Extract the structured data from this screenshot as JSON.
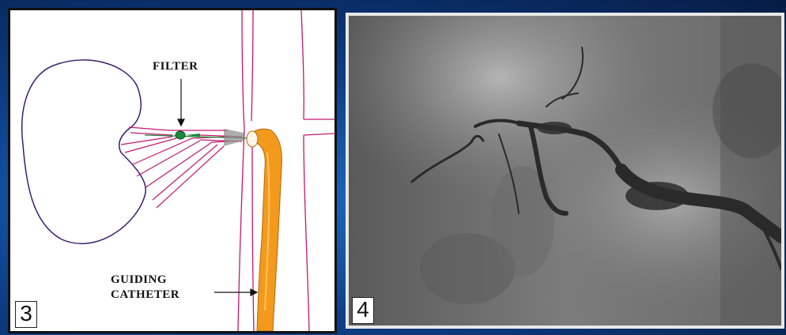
{
  "figure": {
    "left_panel": {
      "number": "3",
      "labels": {
        "filter": "FILTER",
        "guiding_line1": "GUIDING",
        "guiding_line2": "CATHETER"
      },
      "colors": {
        "kidney_outline": "#3b1d6e",
        "vessel": "#c2186f",
        "catheter": "#f39a1c",
        "filter": "#1a8a3a"
      }
    },
    "right_panel": {
      "number": "4",
      "colors": {
        "background": "#7a7a7a",
        "contrast": "#2a2a2a"
      }
    }
  }
}
